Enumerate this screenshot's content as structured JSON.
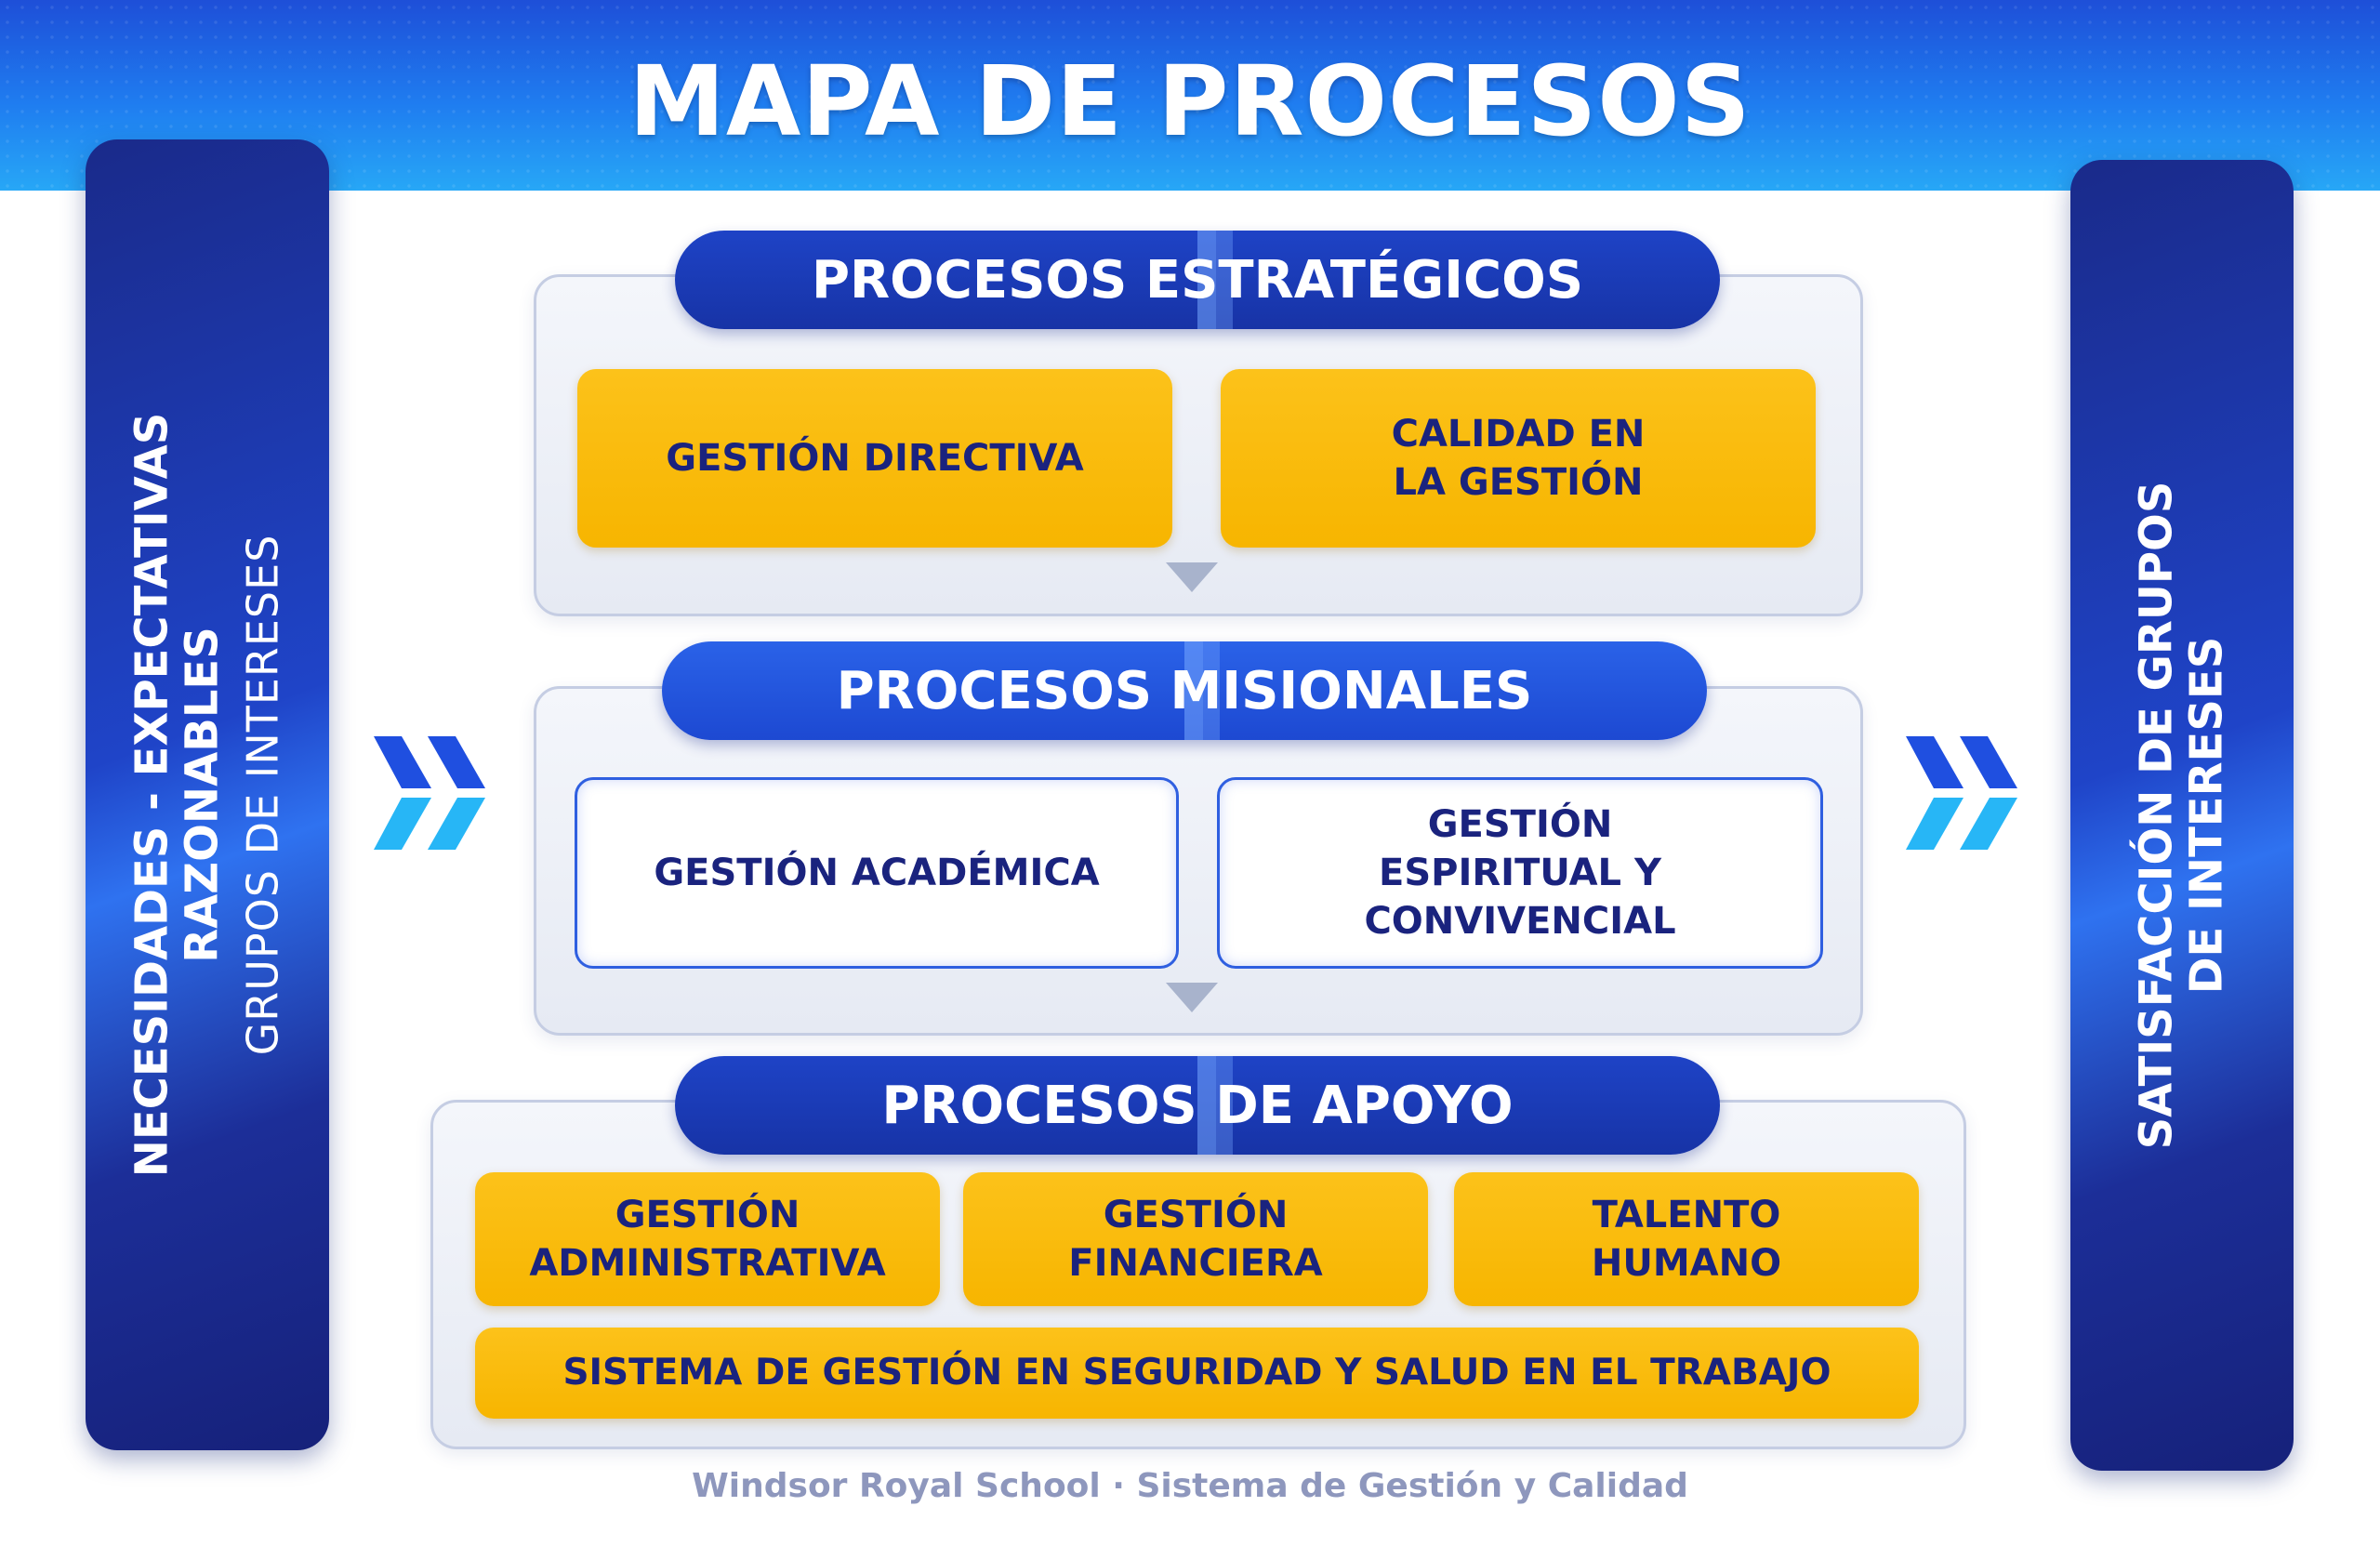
{
  "header": {
    "title": "MAPA DE PROCESOS"
  },
  "left_panel": {
    "line1": "NECESIDADES - EXPECTATIVAS",
    "line2": "RAZONABLES",
    "line3": "GRUPOS DE INTERESES"
  },
  "right_panel": {
    "line1": "SATISFACCIÓN DE GRUPOS",
    "line2": "DE INTERESES"
  },
  "strategic": {
    "title": "PROCESOS ESTRATÉGICOS",
    "items": [
      "GESTIÓN DIRECTIVA",
      "CALIDAD EN LA GESTIÓN"
    ]
  },
  "missional": {
    "title": "PROCESOS MISIONALES",
    "items": [
      "GESTIÓN ACADÉMICA",
      "GESTIÓN ESPIRITUAL Y CONVIVENCIAL"
    ]
  },
  "support": {
    "title": "PROCESOS DE APOYO",
    "items": [
      "GESTIÓN ADMINISTRATIVA",
      "GESTIÓN FINANCIERA",
      "TALENTO HUMANO"
    ],
    "wide_item": "SISTEMA DE GESTIÓN EN SEGURIDAD Y SALUD EN EL TRABAJO"
  },
  "footer": {
    "text": "Windsor Royal School · Sistema de Gestión y Calidad"
  },
  "colors": {
    "navy": "#1733a6",
    "gold": "#f7b500",
    "text_dark": "#1a237e",
    "chevron_dark": "#1f4fe0",
    "chevron_light": "#27b6f6"
  }
}
